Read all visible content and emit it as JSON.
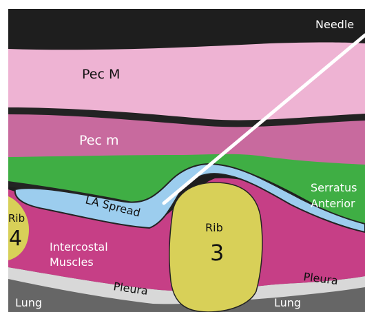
{
  "labels": {
    "needle": "Needle",
    "pec_major": "Pec M",
    "pec_minor": "Pec m",
    "serratus_line1": "Serratus",
    "serratus_line2": "Anterior",
    "la_spread": "LA Spread",
    "rib_left_word": "Rib",
    "rib_left_number": "4",
    "rib_center_word": "Rib",
    "rib_center_number": "3",
    "intercostal_line1": "Intercostal",
    "intercostal_line2": "Muscles",
    "pleura_left": "Pleura",
    "pleura_right": "Pleura",
    "lung_left": "Lung",
    "lung_right": "Lung"
  },
  "colors": {
    "background_top": "#1e1e1e",
    "pec_major": "#eeb3d3",
    "pec_minor": "#c86a9e",
    "fascia": "#232323",
    "serratus": "#3fae44",
    "la_spread": "#9ccdee",
    "intercostal": "#c63f86",
    "rib": "#d8d058",
    "pleura": "#d8d8d8",
    "lung": "#666666",
    "needle": "#ffffff",
    "label_dark": "#111111",
    "label_light": "#ffffff"
  }
}
